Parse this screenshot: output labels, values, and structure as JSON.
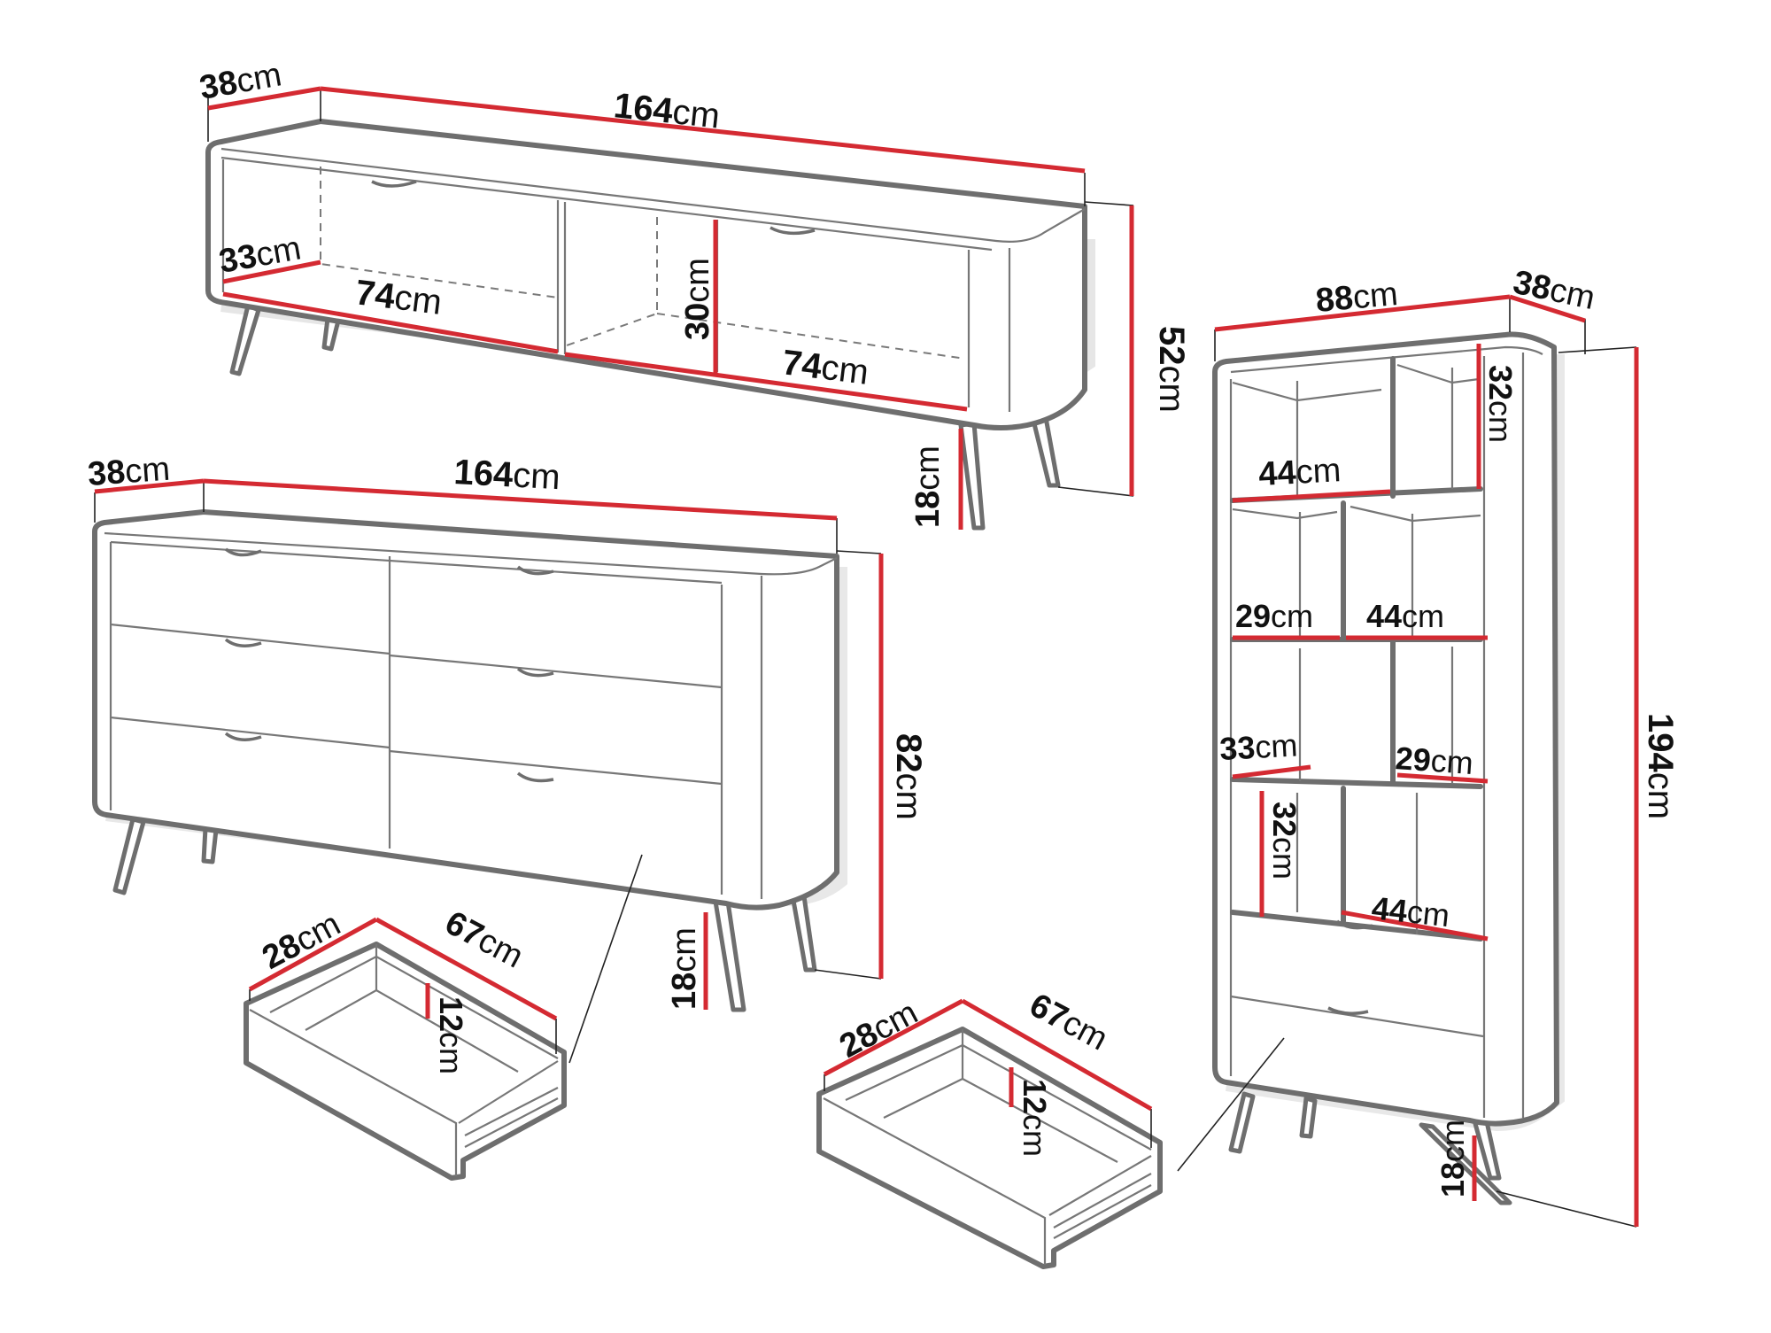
{
  "diagram": {
    "background": "#ffffff",
    "colors": {
      "dimension_line": "#d42a32",
      "outline": "#6e6e6e",
      "text": "#111111"
    },
    "unit": "cm",
    "tv_stand": {
      "depth": {
        "value": "38",
        "unit": "cm"
      },
      "width": {
        "value": "164",
        "unit": "cm"
      },
      "height": {
        "value": "52",
        "unit": "cm"
      },
      "compartment_depth": {
        "value": "33",
        "unit": "cm"
      },
      "compartment_left_width": {
        "value": "74",
        "unit": "cm"
      },
      "compartment_right_width": {
        "value": "74",
        "unit": "cm"
      },
      "compartment_height": {
        "value": "30",
        "unit": "cm"
      },
      "leg_height": {
        "value": "18",
        "unit": "cm"
      }
    },
    "dresser": {
      "depth": {
        "value": "38",
        "unit": "cm"
      },
      "width": {
        "value": "164",
        "unit": "cm"
      },
      "height": {
        "value": "82",
        "unit": "cm"
      },
      "leg_height": {
        "value": "18",
        "unit": "cm"
      },
      "drawer_count": 6
    },
    "dresser_drawer": {
      "width": {
        "value": "28",
        "unit": "cm"
      },
      "length": {
        "value": "67",
        "unit": "cm"
      },
      "height": {
        "value": "12",
        "unit": "cm"
      }
    },
    "bookcase": {
      "width": {
        "value": "88",
        "unit": "cm"
      },
      "depth": {
        "value": "38",
        "unit": "cm"
      },
      "height": {
        "value": "194",
        "unit": "cm"
      },
      "top_shelf_width": {
        "value": "44",
        "unit": "cm"
      },
      "top_shelf_height": {
        "value": "32",
        "unit": "cm"
      },
      "second_left_width": {
        "value": "29",
        "unit": "cm"
      },
      "second_right_width": {
        "value": "44",
        "unit": "cm"
      },
      "third_left_width": {
        "value": "33",
        "unit": "cm"
      },
      "third_right_width": {
        "value": "29",
        "unit": "cm"
      },
      "fourth_height": {
        "value": "32",
        "unit": "cm"
      },
      "fourth_right_width": {
        "value": "44",
        "unit": "cm"
      },
      "leg_height": {
        "value": "18",
        "unit": "cm"
      }
    },
    "bookcase_drawer": {
      "width": {
        "value": "28",
        "unit": "cm"
      },
      "length": {
        "value": "67",
        "unit": "cm"
      },
      "height": {
        "value": "12",
        "unit": "cm"
      }
    }
  }
}
